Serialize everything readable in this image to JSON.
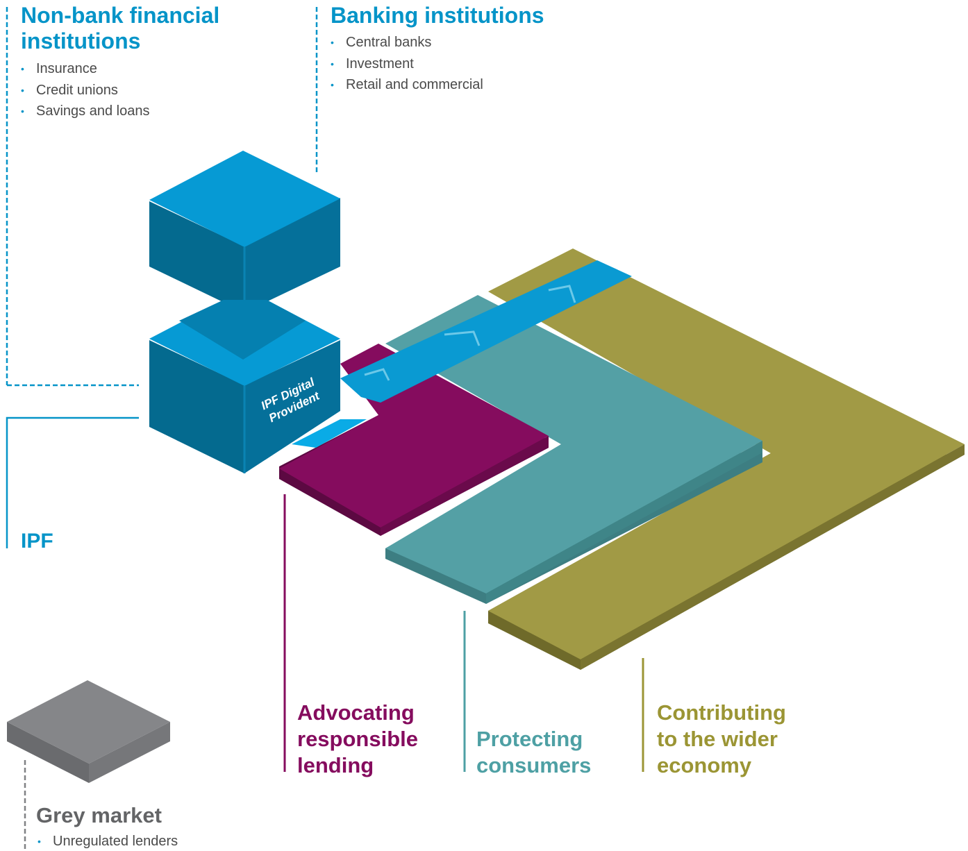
{
  "nonbank": {
    "title": "Non-bank financial institutions",
    "items": [
      "Insurance",
      "Credit unions",
      "Savings and loans"
    ]
  },
  "banking": {
    "title": "Banking institutions",
    "items": [
      "Central banks",
      "Investment",
      "Retail and commercial"
    ]
  },
  "ipf": {
    "title": "IPF"
  },
  "cube_label": {
    "line1": "IPF Digital",
    "line2": "Provident"
  },
  "pillars": {
    "lending": {
      "line1": "Advocating",
      "line2": "responsible",
      "line3": "lending"
    },
    "consumers": {
      "line1": "Protecting",
      "line2": "consumers"
    },
    "economy": {
      "line1": "Contributing",
      "line2": "to the wider",
      "line3": "economy"
    }
  },
  "grey_market": {
    "title": "Grey market",
    "items": [
      "Unregulated lenders"
    ]
  },
  "colors": {
    "blue": "#0594c8",
    "purple": "#850c5e",
    "teal": "#4ea0a4",
    "olive": "#9b9534",
    "grey": "#808184"
  }
}
